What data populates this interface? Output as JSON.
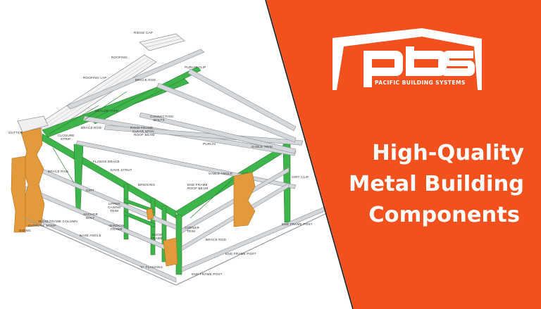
{
  "brand": {
    "logo_text": "pbs",
    "company_name": "PACIFIC BUILDING SYSTEMS"
  },
  "headline": {
    "line1": "High-Quality",
    "line2": "Metal Building",
    "line3": "Components"
  },
  "diagram": {
    "labels": {
      "ridge_cap": "RIDGE CAP",
      "roofing": "ROOFING",
      "roofing_lap": "ROOFING LAP",
      "brace_rod_top": "BRACE ROD",
      "purlin_clip": "PURLIN CLIP",
      "sealer_tape": "SEALER TAPE",
      "connection_bolts_1": "CONNECTION",
      "connection_bolts_2": "BOLTS",
      "brace_rod_mid": "BRACE ROD",
      "rigid_frame_1": "RIGID FRAME",
      "rigid_frame_2": "CLEAR SPAN",
      "rigid_frame_3": "ROOF BEAM",
      "gutter": "GUTTER",
      "closure_strip_1": "CLOSURE",
      "closure_strip_2": "STRIP",
      "purlin": "PURLIN",
      "gable_trim": "GABLE TRIM",
      "flange_brace": "FLANGE BRACE",
      "brace_rod_left": "BRACE ROD",
      "eave_strut": "EAVE STRUT",
      "gable_angle": "GABLE ANGLE",
      "girt_clip": "GIRT CLIP",
      "bridging": "BRIDGING",
      "end_frame_roof_beam_1": "END FRAME",
      "end_frame_roof_beam_2": "ROOF BEAM",
      "girt": "GIRT",
      "upper_casing_trim_1": "UPPER",
      "upper_casing_trim_2": "CASING",
      "upper_casing_trim_3": "TRIM",
      "anchor_bolt_1": "ANCHOR",
      "anchor_bolt_2": "BOLT",
      "rigid_frame_column": "RIGID FRAME COLUMN",
      "closure_strip_bottom": "CLOSURE STRIP",
      "siding": "SIDING",
      "window_frame_1": "WINDOW",
      "window_frame_2": "FRAME",
      "base_angle": "BASE ANGLE",
      "door_frame_1": "DOOR",
      "door_frame_2": "FRAME",
      "corner_trim_1": "CORNER",
      "corner_trim_2": "TRIM",
      "brace_rod_bottom": "BRACE ROD",
      "end_frame_post_right": "END FRAME POST",
      "end_frame_post_mid": "END FRAME POST",
      "end_frame_post_bottom": "END FRAME POST",
      "c_flashing": "\"C\" FLASHING"
    }
  },
  "colors": {
    "accent_orange": "#F2511D",
    "frame_green": "#3DB54A",
    "siding_orange": "#E39A3B",
    "steel_gray": "#C9CDD1",
    "edge_black": "#1a1a1a",
    "text_white": "#FFFFFF"
  }
}
